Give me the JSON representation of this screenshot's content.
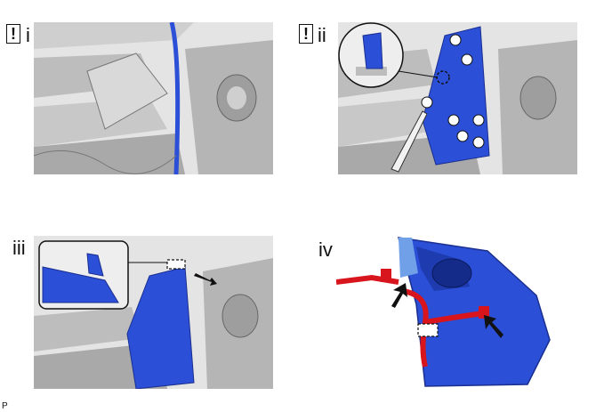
{
  "steps": [
    {
      "label": "i",
      "caution_symbol": "!"
    },
    {
      "label": "ii",
      "caution_symbol": "!"
    },
    {
      "label": "iii"
    },
    {
      "label": "iv"
    }
  ],
  "footer": {
    "code": "P"
  },
  "colors": {
    "highlight_blue": "#2b4fd6",
    "harness_red": "#d8141c",
    "arrow_black": "#111111",
    "panel_gray": "#d6d6d6"
  },
  "icons": [
    "caution-icon",
    "clip-icon",
    "arrow-icon",
    "callout-circle"
  ]
}
